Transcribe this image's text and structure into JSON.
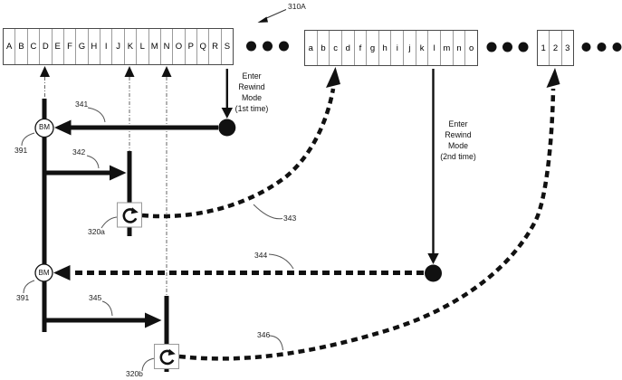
{
  "figure_ref": "310A",
  "strips": {
    "primary": [
      "A",
      "B",
      "C",
      "D",
      "E",
      "F",
      "G",
      "H",
      "I",
      "J",
      "K",
      "L",
      "M",
      "N",
      "O",
      "P",
      "Q",
      "R",
      "S"
    ],
    "secondary": [
      "a",
      "b",
      "c",
      "d",
      "f",
      "g",
      "h",
      "i",
      "j",
      "k",
      "l",
      "m",
      "n",
      "o"
    ],
    "tertiary": [
      "1",
      "2",
      "3"
    ]
  },
  "rewind_first": {
    "l1": "Enter",
    "l2": "Rewind",
    "l3": "Mode",
    "l4": "(1st time)"
  },
  "rewind_second": {
    "l1": "Enter",
    "l2": "Rewind",
    "l3": "Mode",
    "l4": "(2nd time)"
  },
  "bookmark_label": "BM",
  "refs": {
    "r341": "341",
    "r342": "342",
    "r343": "343",
    "r344": "344",
    "r345": "345",
    "r346": "346",
    "r391a": "391",
    "r391b": "391",
    "r320a": "320a",
    "r320b": "320b"
  },
  "colors": {
    "ink": "#111111",
    "guide": "#666666",
    "leader": "#555555",
    "box_border": "#999999"
  }
}
